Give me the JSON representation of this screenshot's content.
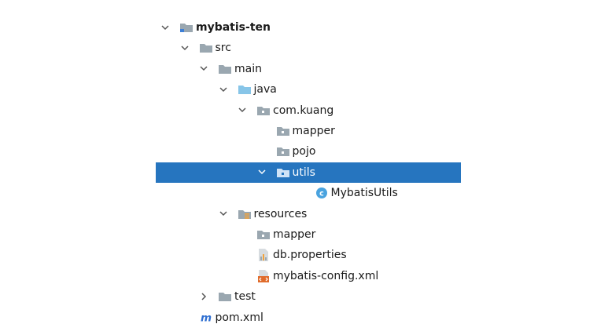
{
  "tree": [
    {
      "label": "mybatis-ten",
      "icon": "module-folder-icon",
      "arrow": "expanded",
      "bold": true,
      "depth": 0
    },
    {
      "label": "src",
      "icon": "folder-icon",
      "arrow": "expanded",
      "depth": 1
    },
    {
      "label": "main",
      "icon": "folder-icon",
      "arrow": "expanded",
      "depth": 2
    },
    {
      "label": "java",
      "icon": "source-folder-icon",
      "arrow": "expanded",
      "depth": 3
    },
    {
      "label": "com.kuang",
      "icon": "package-icon",
      "arrow": "expanded",
      "depth": 4
    },
    {
      "label": "mapper",
      "icon": "package-icon",
      "arrow": "none",
      "depth": 5
    },
    {
      "label": "pojo",
      "icon": "package-icon",
      "arrow": "none",
      "depth": 5
    },
    {
      "label": "utils",
      "icon": "package-icon",
      "arrow": "expanded",
      "depth": 5,
      "selected": true
    },
    {
      "label": "MybatisUtils",
      "icon": "java-class-icon",
      "arrow": "none",
      "depth": 7
    },
    {
      "label": "resources",
      "icon": "resources-folder-icon",
      "arrow": "expanded",
      "depth": 3
    },
    {
      "label": "mapper",
      "icon": "package-icon",
      "arrow": "none",
      "depth": 4
    },
    {
      "label": "db.properties",
      "icon": "properties-file-icon",
      "arrow": "none",
      "depth": 4
    },
    {
      "label": "mybatis-config.xml",
      "icon": "xml-file-icon",
      "arrow": "none",
      "depth": 4
    },
    {
      "label": "test",
      "icon": "folder-icon",
      "arrow": "collapsed",
      "depth": 2
    },
    {
      "label": "pom.xml",
      "icon": "maven-file-icon",
      "arrow": "none",
      "depth": 1
    }
  ],
  "colors": {
    "selection": "#2675bf",
    "folder": "#9aa7b0",
    "source_folder": "#87c5e8",
    "class_badge": "#4aa3df",
    "maven": "#2f6fd1",
    "xml": "#e06c2c",
    "properties": "#f2a23a"
  }
}
